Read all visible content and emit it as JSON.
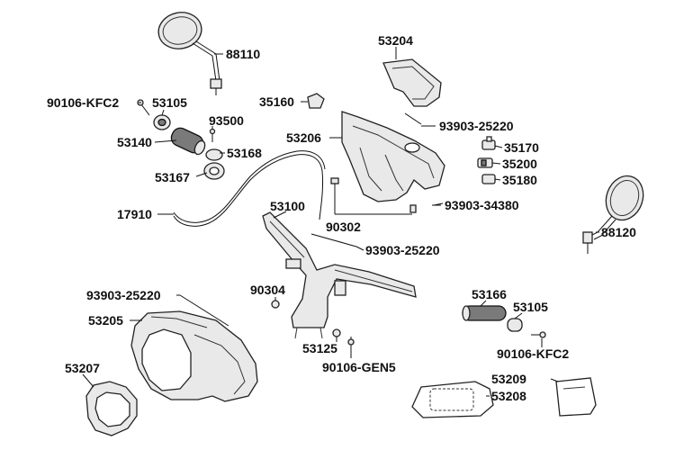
{
  "callouts": [
    {
      "id": "c88110",
      "text": "88110"
    },
    {
      "id": "c90106a",
      "text": "90106-KFC2"
    },
    {
      "id": "c53105a",
      "text": "53105"
    },
    {
      "id": "c93500",
      "text": "93500"
    },
    {
      "id": "c53140",
      "text": "53140"
    },
    {
      "id": "c53168",
      "text": "53168"
    },
    {
      "id": "c53167",
      "text": "53167"
    },
    {
      "id": "c17910",
      "text": "17910"
    },
    {
      "id": "c53204",
      "text": "53204"
    },
    {
      "id": "c35160",
      "text": "35160"
    },
    {
      "id": "c93903a",
      "text": "93903-25220"
    },
    {
      "id": "c53206",
      "text": "53206"
    },
    {
      "id": "c35170",
      "text": "35170"
    },
    {
      "id": "c35200",
      "text": "35200"
    },
    {
      "id": "c35180",
      "text": "35180"
    },
    {
      "id": "c93903b",
      "text": "93903-34380"
    },
    {
      "id": "c53100",
      "text": "53100"
    },
    {
      "id": "c90302",
      "text": "90302"
    },
    {
      "id": "c93903c",
      "text": "93903-25220"
    },
    {
      "id": "c88120",
      "text": "88120"
    },
    {
      "id": "c93903d",
      "text": "93903-25220"
    },
    {
      "id": "c90304",
      "text": "90304"
    },
    {
      "id": "c53205",
      "text": "53205"
    },
    {
      "id": "c53166",
      "text": "53166"
    },
    {
      "id": "c53105b",
      "text": "53105"
    },
    {
      "id": "c90106b",
      "text": "90106-KFC2"
    },
    {
      "id": "c53125",
      "text": "53125"
    },
    {
      "id": "c90106c",
      "text": "90106-GEN5"
    },
    {
      "id": "c53207",
      "text": "53207"
    },
    {
      "id": "c53209",
      "text": "53209"
    },
    {
      "id": "c53208",
      "text": "53208"
    }
  ]
}
